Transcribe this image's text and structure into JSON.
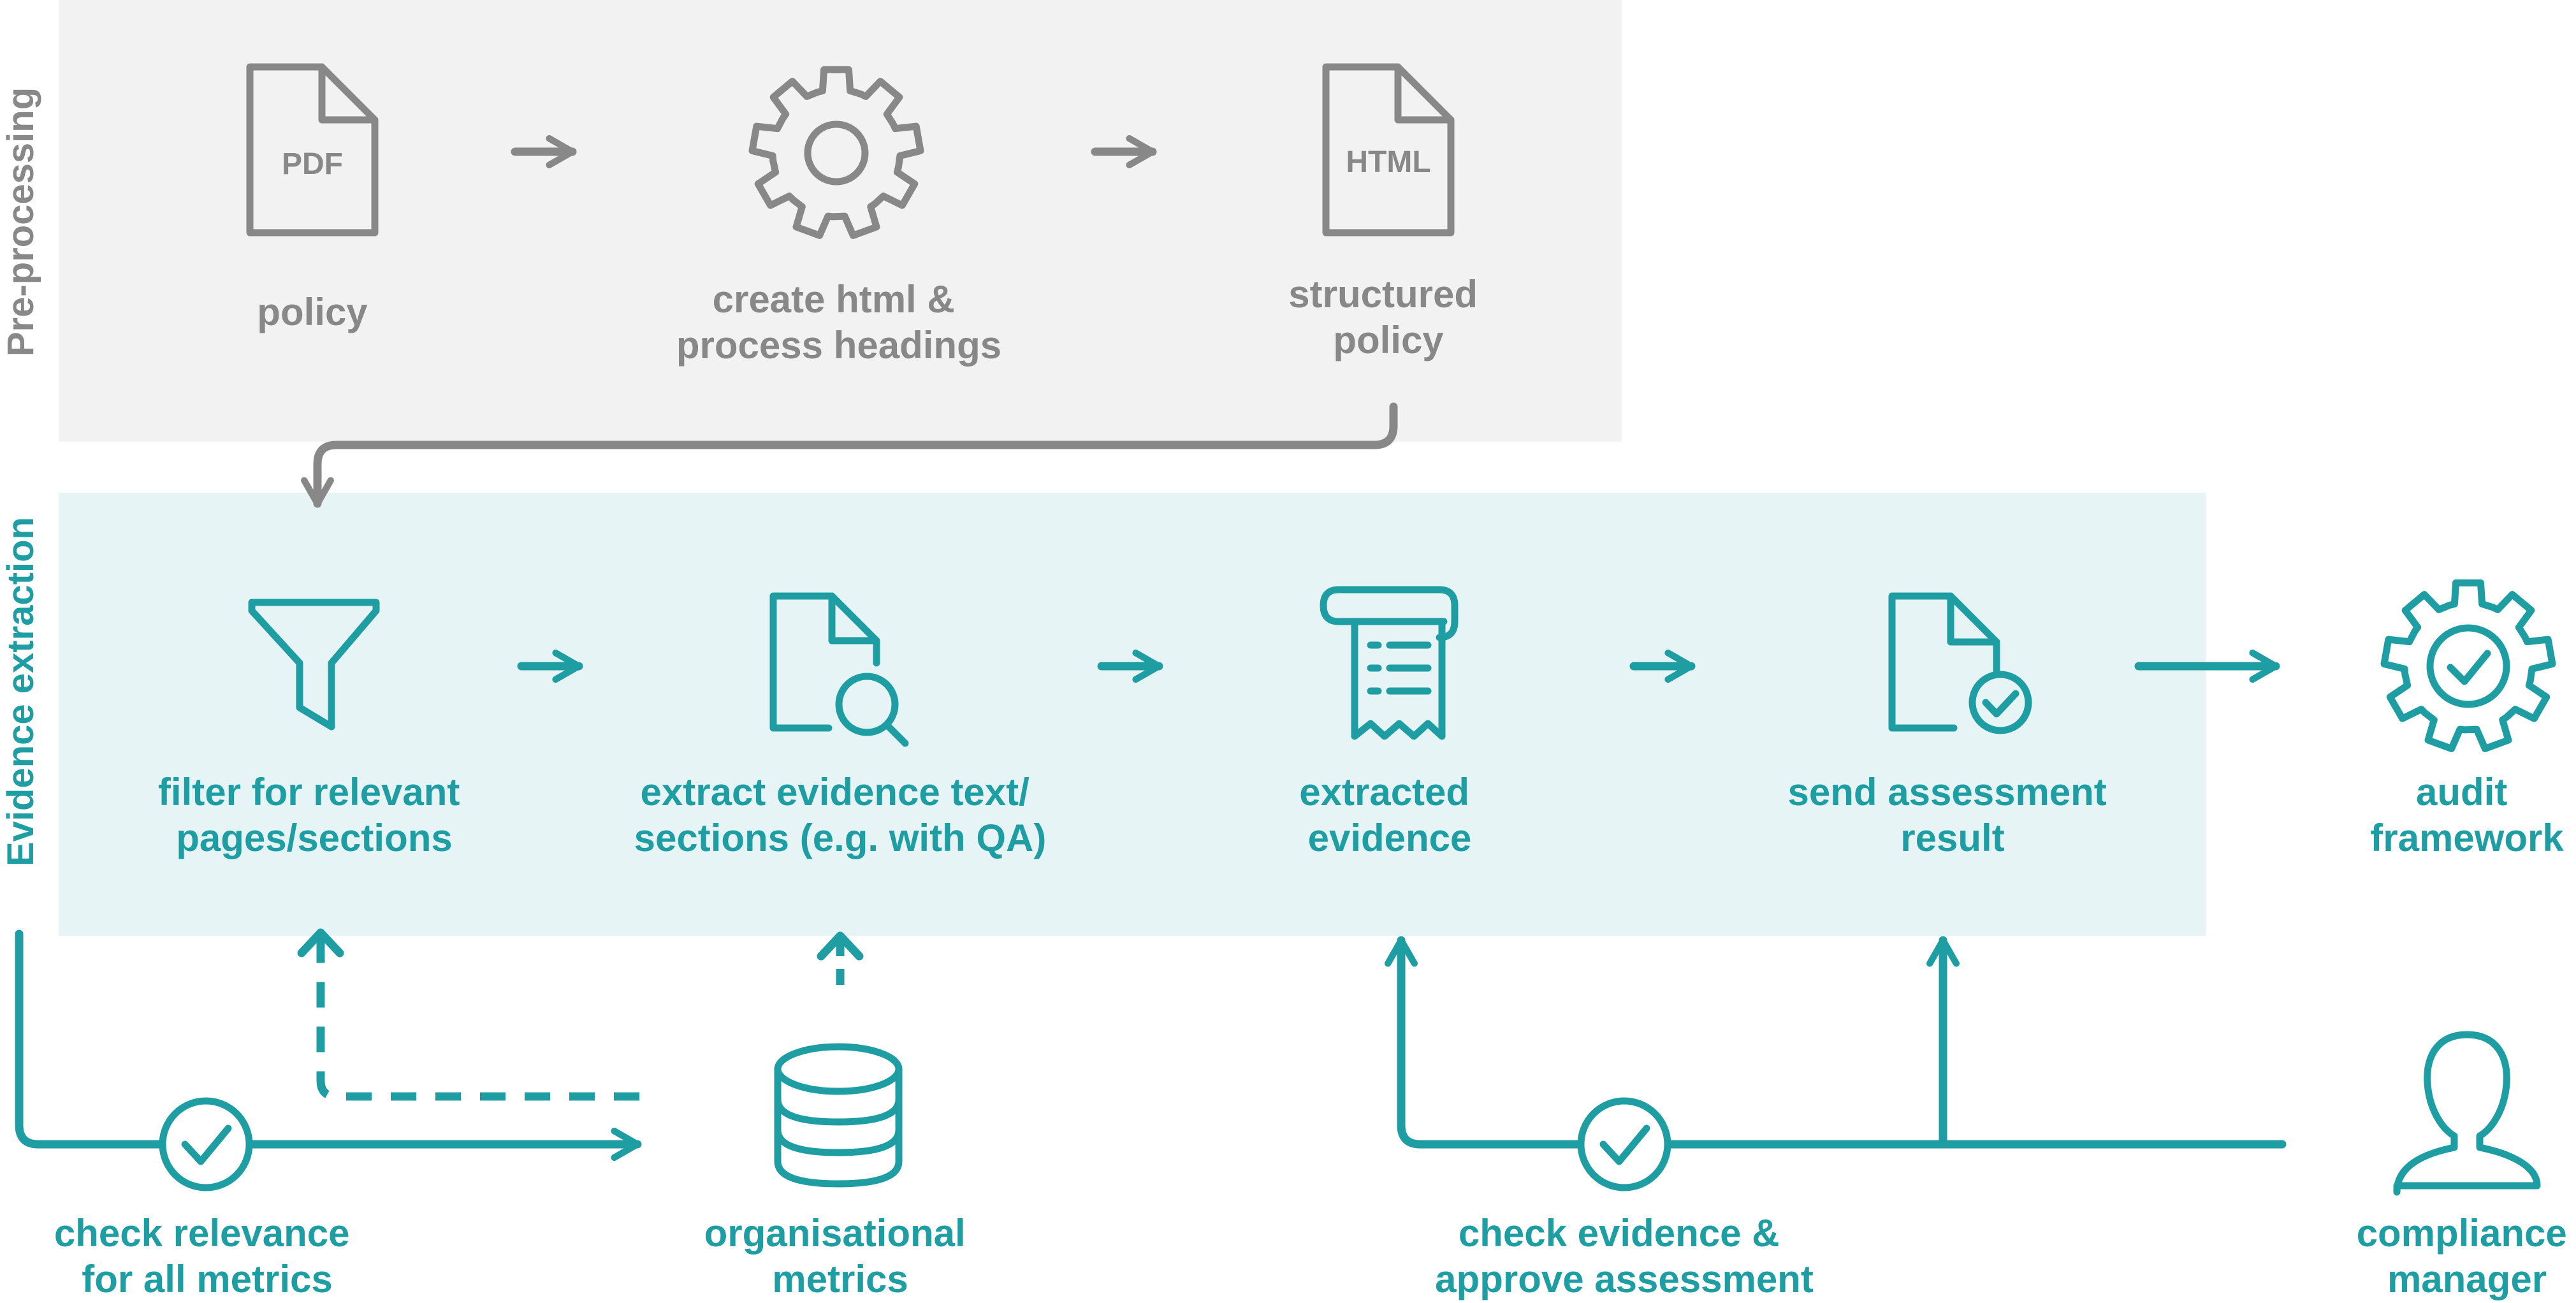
{
  "sections": {
    "preprocessing": "Pre-processing",
    "extraction": "Evidence extraction"
  },
  "pre": {
    "pdf_badge": "PDF",
    "html_badge": "HTML",
    "policy": [
      "policy"
    ],
    "create": [
      "create html &",
      "process headings"
    ],
    "structured": [
      "structured",
      "policy"
    ]
  },
  "main": {
    "filter": [
      "filter for relevant",
      "pages/sections"
    ],
    "extract": [
      "extract evidence text/",
      "sections (e.g. with QA)"
    ],
    "extracted": [
      "extracted",
      "evidence"
    ],
    "send": [
      "send assessment",
      "result"
    ],
    "audit": [
      "audit",
      "framework"
    ]
  },
  "bottom": {
    "check_relevance": [
      "check relevance",
      "for all metrics"
    ],
    "org_metrics": [
      "organisational",
      "metrics"
    ],
    "check_evidence": [
      "check evidence &",
      "approve assessment"
    ],
    "compliance": [
      "compliance",
      "manager"
    ]
  },
  "colors": {
    "teal": "#1e9ea3",
    "gray": "#888888",
    "pre_bg": "#f2f2f2",
    "extract_bg": "#e6f4f5"
  }
}
